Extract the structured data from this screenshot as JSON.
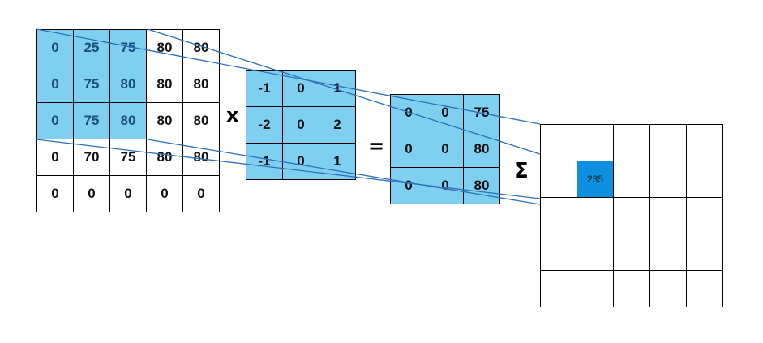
{
  "input_matrix": {
    "rows": [
      [
        "0",
        "25",
        "75",
        "80",
        "80"
      ],
      [
        "0",
        "75",
        "80",
        "80",
        "80"
      ],
      [
        "0",
        "75",
        "80",
        "80",
        "80"
      ],
      [
        "0",
        "70",
        "75",
        "80",
        "80"
      ],
      [
        "0",
        "0",
        "0",
        "0",
        "0"
      ]
    ],
    "highlight_rows": 3,
    "highlight_cols": 3
  },
  "kernel_matrix": {
    "rows": [
      [
        "-1",
        "0",
        "1"
      ],
      [
        "-2",
        "0",
        "2"
      ],
      [
        "-1",
        "0",
        "1"
      ]
    ]
  },
  "product_matrix": {
    "rows": [
      [
        "0",
        "0",
        "75"
      ],
      [
        "0",
        "0",
        "80"
      ],
      [
        "0",
        "0",
        "80"
      ]
    ]
  },
  "output_matrix": {
    "rows": [
      [
        "",
        "",
        "",
        "",
        ""
      ],
      [
        "",
        "235",
        "",
        "",
        ""
      ],
      [
        "",
        "",
        "",
        "",
        ""
      ],
      [
        "",
        "",
        "",
        "",
        ""
      ],
      [
        "",
        "",
        "",
        "",
        ""
      ]
    ],
    "highlight_cell": [
      1,
      1
    ]
  },
  "operators": {
    "multiply": "x",
    "equals": "=",
    "sum": "Σ"
  },
  "colors": {
    "highlight": "#7fd0f0",
    "output_highlight": "#0f8fe0",
    "connector_line": "#2a6fb8",
    "grid_border": "#000000"
  }
}
